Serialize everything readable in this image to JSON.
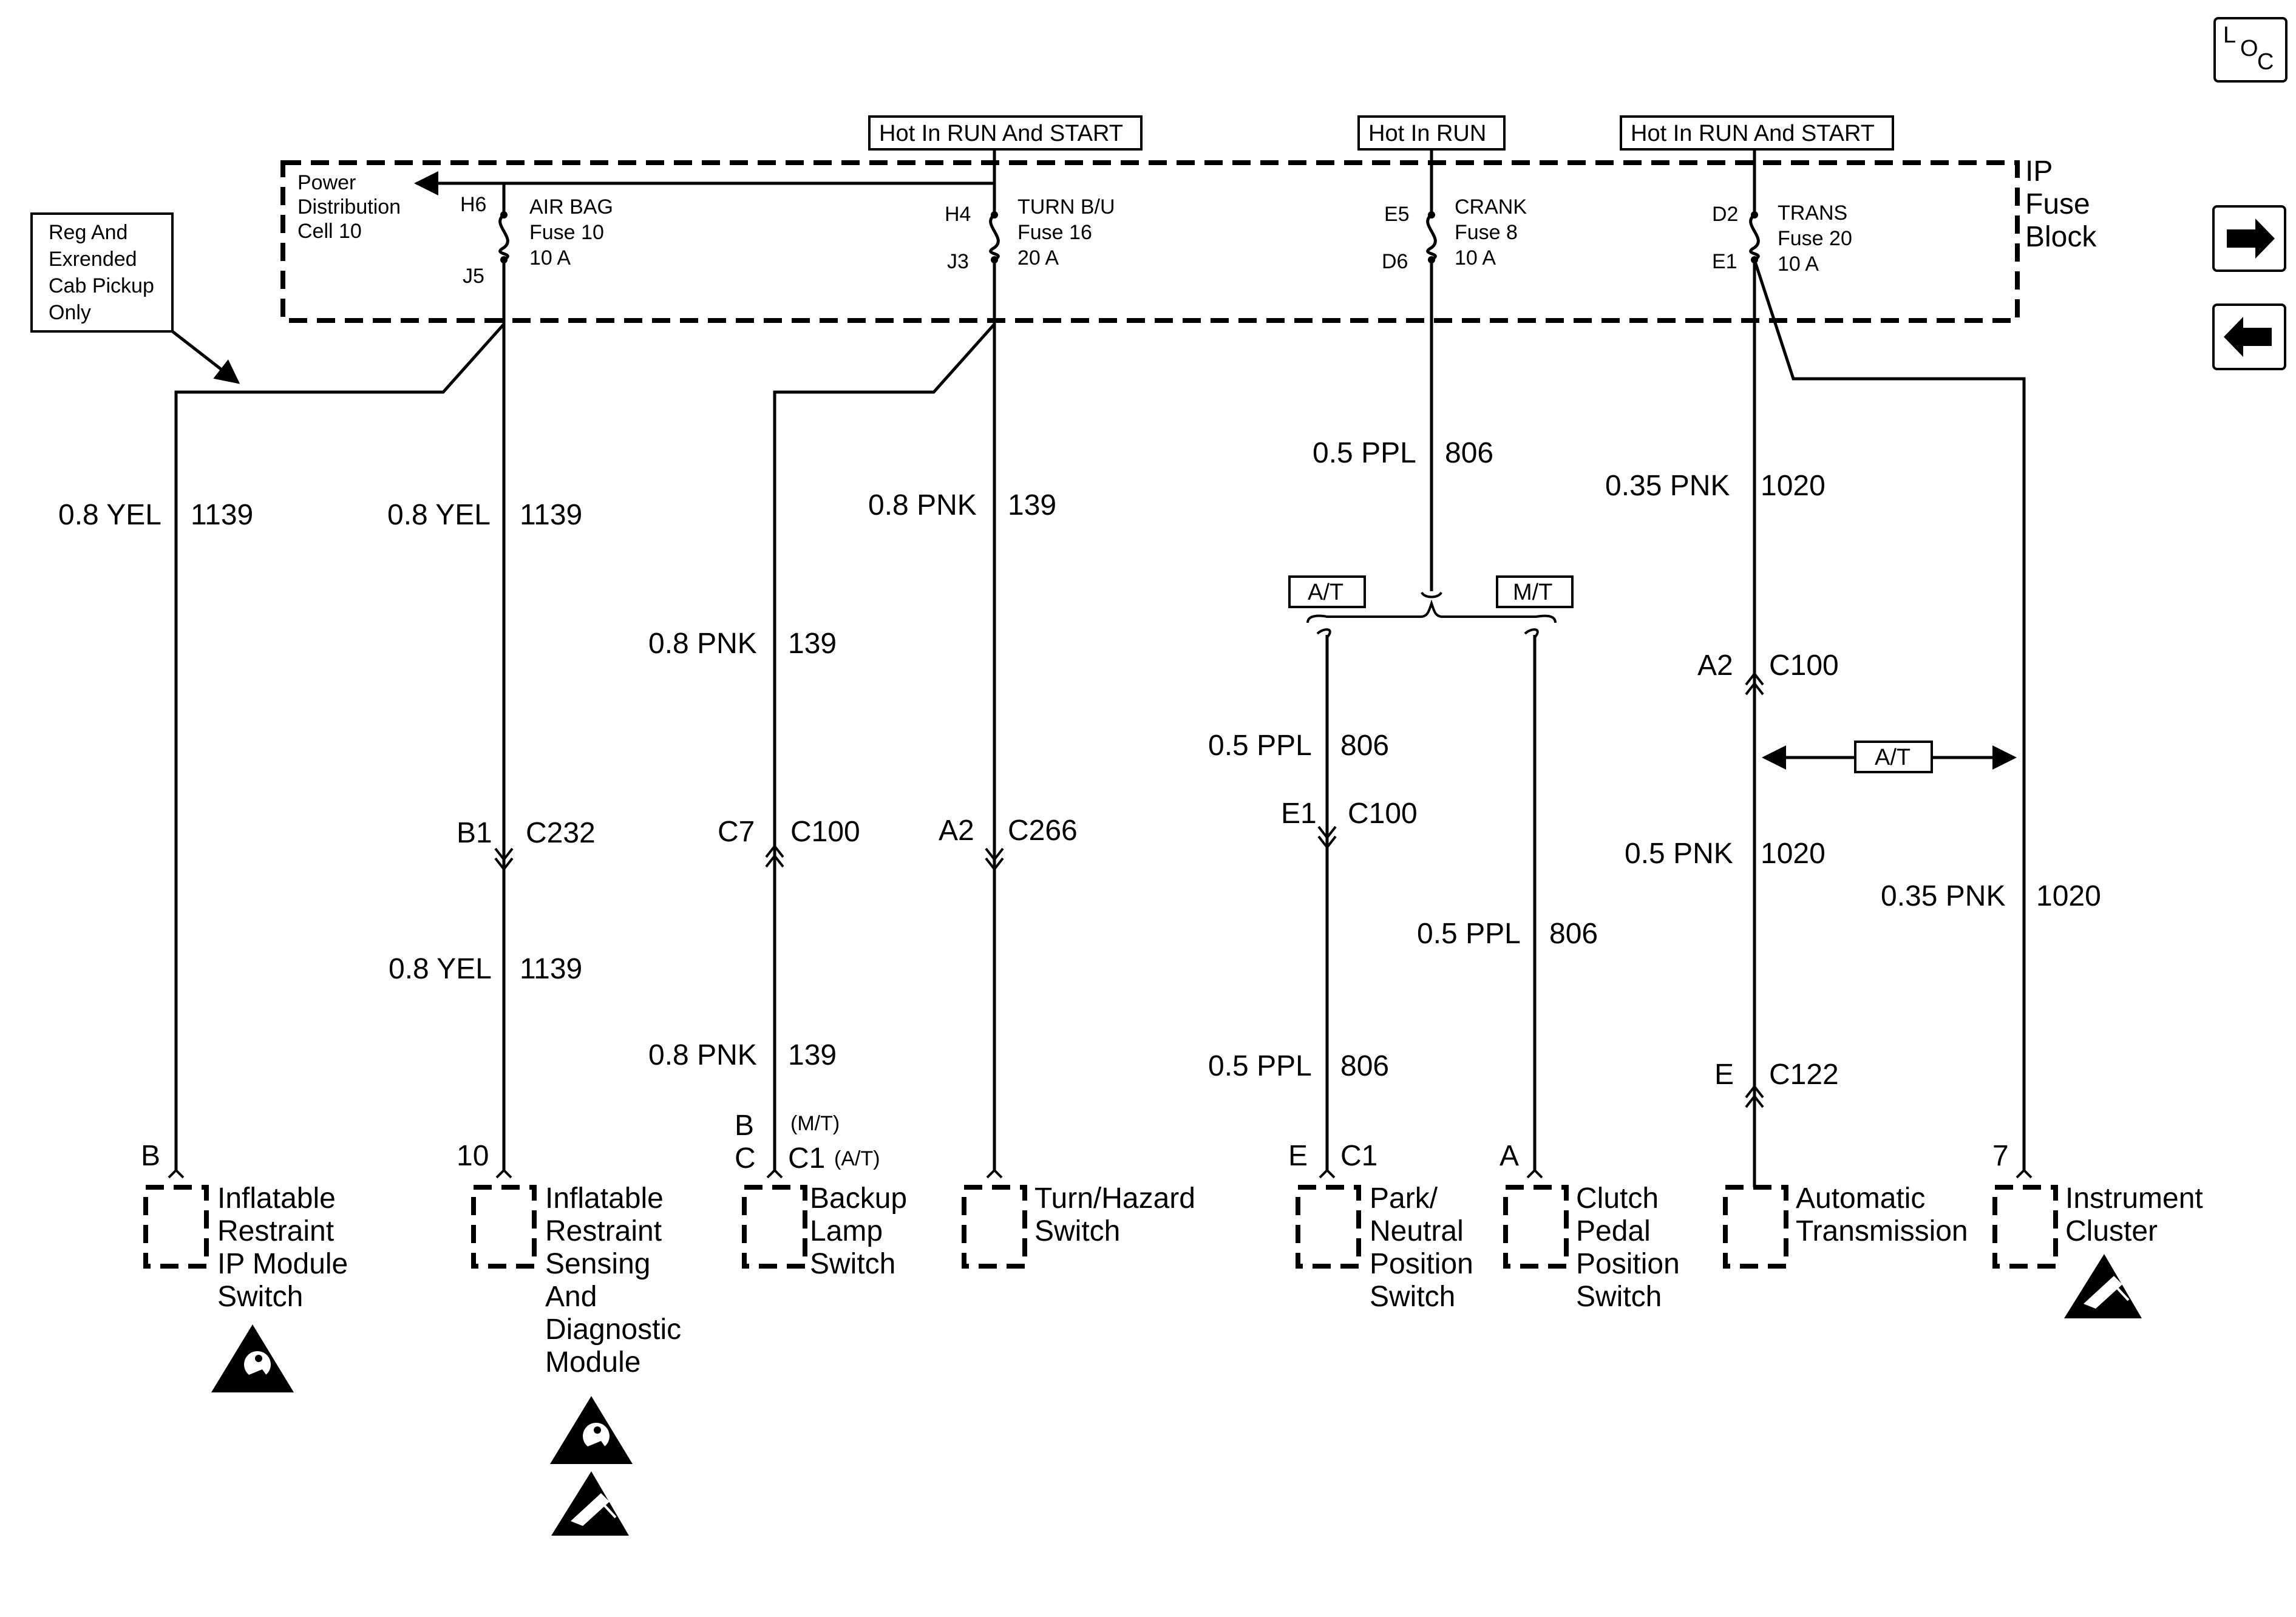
{
  "page": {
    "loc_button_label": [
      "L",
      "O",
      "C"
    ],
    "next_icon": "arrow-right-icon",
    "prev_icon": "arrow-left-icon"
  },
  "fuse_block": {
    "label": [
      "IP",
      "Fuse",
      "Block"
    ],
    "power_distribution": [
      "Power",
      "Distribution",
      "Cell 10"
    ],
    "hot_labels": {
      "airbag_turn": "Hot In RUN And START",
      "crank": "Hot In RUN",
      "trans": "Hot In RUN And START"
    },
    "fuses": [
      {
        "in": "H6",
        "out": "J5",
        "lines": [
          "AIR BAG",
          "Fuse 10",
          "10 A"
        ]
      },
      {
        "in": "H4",
        "out": "J3",
        "lines": [
          "TURN B/U",
          "Fuse 16",
          "20 A"
        ]
      },
      {
        "in": "E5",
        "out": "D6",
        "lines": [
          "CRANK",
          "Fuse 8",
          "10 A"
        ]
      },
      {
        "in": "D2",
        "out": "E1",
        "lines": [
          "TRANS",
          "Fuse 20",
          "10 A"
        ]
      }
    ]
  },
  "note": [
    "Reg And",
    "Exrended",
    "Cab Pickup",
    "Only"
  ],
  "wires": {
    "w1": [
      "0.8 YEL",
      "1139"
    ],
    "w2": [
      "0.8 YEL",
      "1139"
    ],
    "w3": [
      "0.8 YEL",
      "1139"
    ],
    "w4": [
      "0.8 PNK",
      "139"
    ],
    "w5": [
      "0.8 PNK",
      "139"
    ],
    "w6": [
      "0.8 PNK",
      "139"
    ],
    "w7": [
      "0.5 PPL",
      "806"
    ],
    "w8": [
      "0.5 PPL",
      "806"
    ],
    "w9": [
      "0.5 PPL",
      "806"
    ],
    "w10": [
      "0.5 PPL",
      "806"
    ],
    "w11": [
      "0.35 PNK",
      "1020"
    ],
    "w12": [
      "0.5 PNK",
      "1020"
    ],
    "w13": [
      "0.35 PNK",
      "1020"
    ]
  },
  "connectors": {
    "c232": [
      "B1",
      "C232"
    ],
    "c100_c7": [
      "C7",
      "C100"
    ],
    "c266": [
      "A2",
      "C266"
    ],
    "c100_e1": [
      "E1",
      "C100"
    ],
    "c100_a2": [
      "A2",
      "C100"
    ],
    "c122": [
      "E",
      "C122"
    ]
  },
  "options": {
    "at_left": "A/T",
    "mt_right": "M/T",
    "at_right": "A/T"
  },
  "components": {
    "irip": {
      "pin": "B",
      "lines": [
        "Inflatable",
        "Restraint",
        "IP Module",
        "Switch"
      ]
    },
    "irsdm": {
      "pin": "10",
      "lines": [
        "Inflatable",
        "Restraint",
        "Sensing",
        "And",
        "Diagnostic",
        "Module"
      ]
    },
    "backup": {
      "pin_mt": "B",
      "pin_at": "C",
      "conn": "C1",
      "mt": "(M/T)",
      "at": "(A/T)",
      "lines": [
        "Backup",
        "Lamp",
        "Switch"
      ]
    },
    "turn": {
      "lines": [
        "Turn/Hazard",
        "Switch"
      ]
    },
    "park": {
      "pin": "E",
      "conn": "C1",
      "lines": [
        "Park/",
        "Neutral",
        "Position",
        "Switch"
      ]
    },
    "clutch": {
      "pin": "A",
      "lines": [
        "Clutch",
        "Pedal",
        "Position",
        "Switch"
      ]
    },
    "trans": {
      "lines": [
        "Automatic",
        "Transmission"
      ]
    },
    "cluster": {
      "pin": "7",
      "lines": [
        "Instrument",
        "Cluster"
      ]
    }
  },
  "symbols": {
    "irip": "airbag-warning-icon",
    "irsdm": "airbag-warning-icon",
    "irsdm_esd": "esd-warning-icon",
    "cluster_esd": "esd-warning-icon"
  }
}
